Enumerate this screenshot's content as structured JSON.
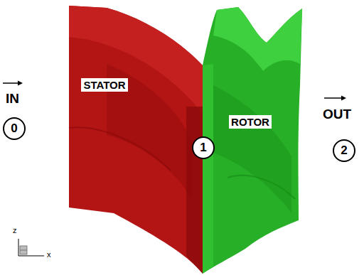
{
  "diagram": {
    "nodes": [
      {
        "text": [
          "0"
        ]
      },
      {
        "text": [
          "STATOR"
        ]
      },
      {
        "text": [
          "ROTOR"
        ]
      },
      {
        "text": [
          "1"
        ]
      },
      {
        "text": [
          "2"
        ]
      }
    ],
    "labels": [
      "IN",
      "OUT",
      "z",
      "x"
    ]
  }
}
